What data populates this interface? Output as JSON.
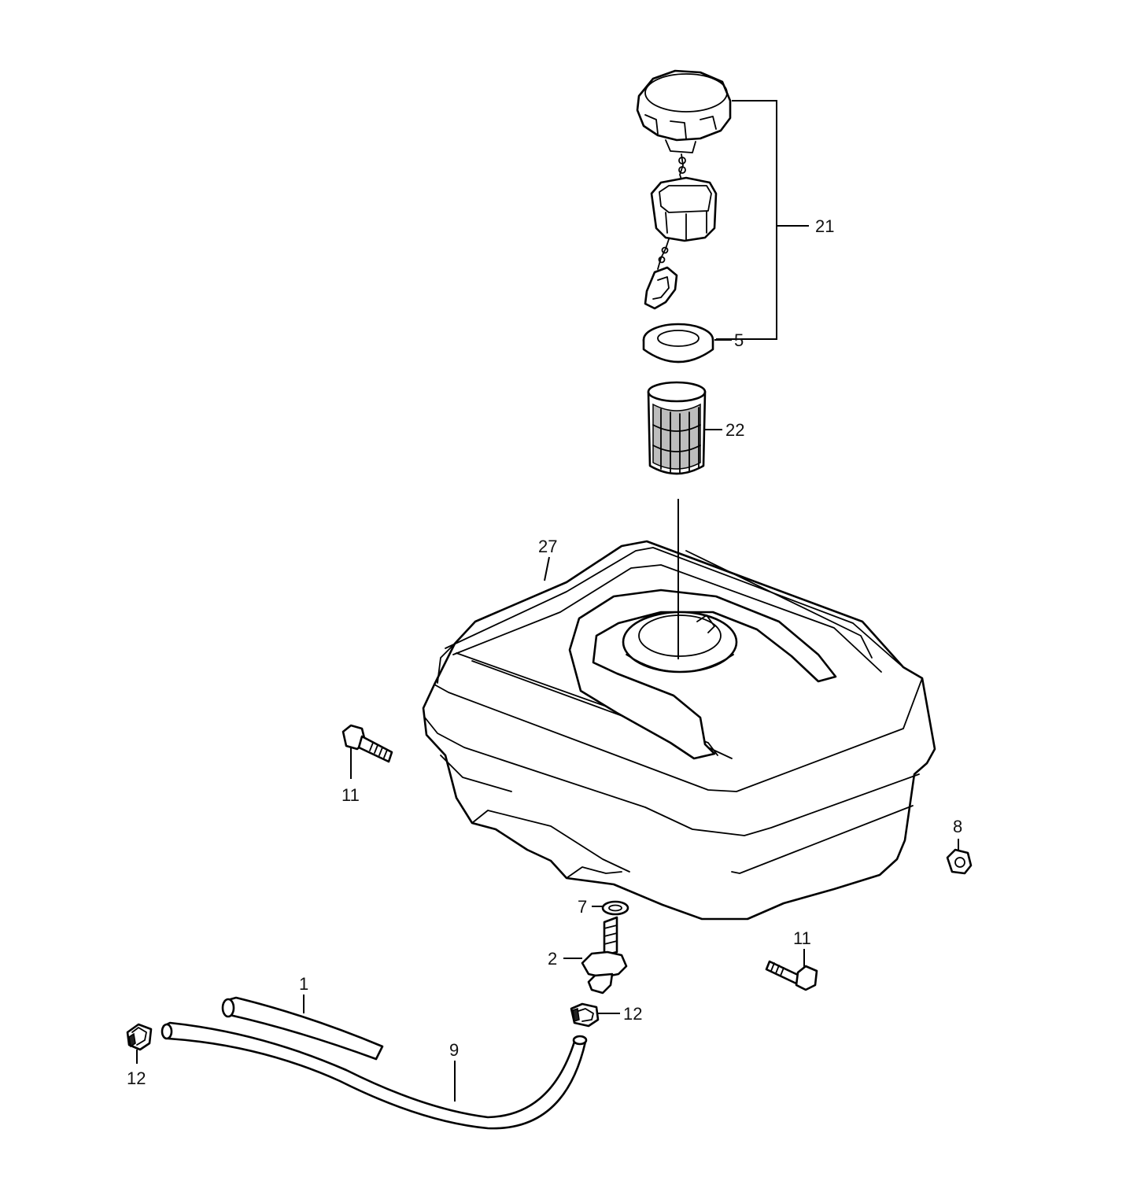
{
  "callouts": {
    "c21": "21",
    "c5": "5",
    "c22": "22",
    "c27": "27",
    "c11a": "11",
    "c8": "8",
    "c7": "7",
    "c2": "2",
    "c11b": "11",
    "c1": "1",
    "c12a": "12",
    "c9": "9",
    "c12b": "12"
  },
  "icons": [
    "fuel-cap-icon",
    "cap-chain-icon",
    "gasket-icon",
    "strainer-icon",
    "fuel-tank-icon",
    "bolt-icon",
    "nut-icon",
    "washer-icon",
    "fuel-cock-icon",
    "hose-icon",
    "hose-clamp-icon"
  ]
}
